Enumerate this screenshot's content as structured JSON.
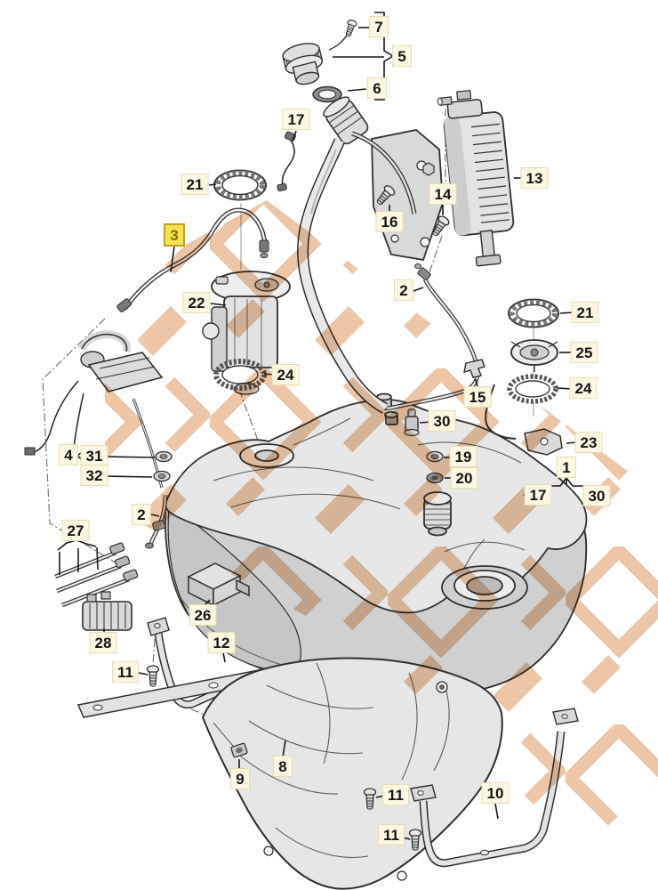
{
  "figure": {
    "highlighted_callout": "3"
  },
  "colors": {
    "background": "#ffffff",
    "line": "#2f2f2f",
    "label_bg": "#fbf7e2",
    "label_border": "#e8dcae",
    "label_text": "#151515",
    "highlight_bg": "#f6e34e",
    "highlight_border": "#c7a01d",
    "highlight_text": "#8a6a00",
    "watermark": "#d4803c",
    "part_fill": "#e6e6e6"
  },
  "watermark": {
    "opacity": 0.45
  },
  "callouts": [
    {
      "label": "7"
    },
    {
      "label": "5"
    },
    {
      "label": "6"
    },
    {
      "label": "17"
    },
    {
      "label": "21"
    },
    {
      "label": "3"
    },
    {
      "label": "16"
    },
    {
      "label": "14"
    },
    {
      "label": "13"
    },
    {
      "label": "22"
    },
    {
      "label": "2"
    },
    {
      "label": "21"
    },
    {
      "label": "25"
    },
    {
      "label": "24"
    },
    {
      "label": "24"
    },
    {
      "label": "15"
    },
    {
      "label": "23"
    },
    {
      "label": "30"
    },
    {
      "label": "19"
    },
    {
      "label": "20"
    },
    {
      "label": "1"
    },
    {
      "label": "17"
    },
    {
      "label": "30"
    },
    {
      "label": "4"
    },
    {
      "label": "31"
    },
    {
      "label": "32"
    },
    {
      "label": "2"
    },
    {
      "label": "27"
    },
    {
      "label": "26"
    },
    {
      "label": "28"
    },
    {
      "label": "12"
    },
    {
      "label": "11"
    },
    {
      "label": "9"
    },
    {
      "label": "8"
    },
    {
      "label": "11"
    },
    {
      "label": "10"
    },
    {
      "label": "11"
    }
  ]
}
